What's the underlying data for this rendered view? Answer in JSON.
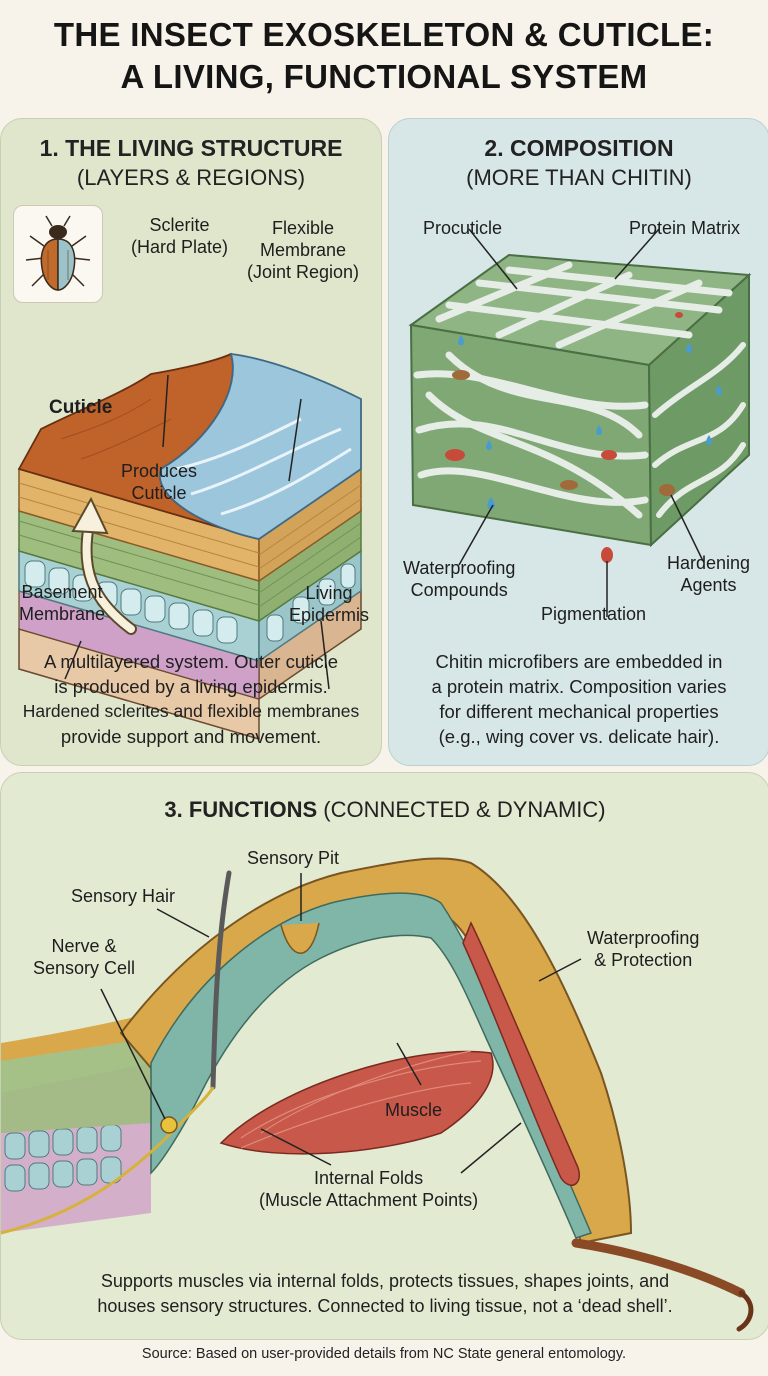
{
  "title": {
    "line1": "THE INSECT EXOSKELETON & CUTICLE:",
    "line2": "A LIVING, FUNCTIONAL SYSTEM"
  },
  "panel1": {
    "heading": "1. THE LIVING STRUCTURE",
    "subheading": "(LAYERS & REGIONS)",
    "labels": {
      "sclerite_1": "Sclerite",
      "sclerite_2": "(Hard Plate)",
      "flex_1": "Flexible",
      "flex_2": "Membrane",
      "flex_3": "(Joint Region)",
      "cuticle": "Cuticle",
      "produces_1": "Produces",
      "produces_2": "Cuticle",
      "basement_1": "Basement",
      "basement_2": "Membrane",
      "epidermis_1": "Living",
      "epidermis_2": "Epidermis"
    },
    "description": [
      "A multilayered system. Outer cuticle",
      "is produced by a living epidermis.",
      "Hardened sclerites and flexible membranes",
      "provide support and movement."
    ]
  },
  "panel2": {
    "heading": "2. COMPOSITION",
    "subheading": "(MORE THAN CHITIN)",
    "labels": {
      "procuticle": "Procuticle",
      "protein_matrix": "Protein Matrix",
      "waterproofing_1": "Waterproofing",
      "waterproofing_2": "Compounds",
      "hardening_1": "Hardening",
      "hardening_2": "Agents",
      "pigmentation": "Pigmentation"
    },
    "description": [
      "Chitin microfibers are embedded in",
      "a protein matrix. Composition varies",
      "for different mechanical properties",
      "(e.g., wing cover vs. delicate hair)."
    ]
  },
  "panel3": {
    "heading_bold": "3. FUNCTIONS",
    "heading_rest": " (CONNECTED & DYNAMIC)",
    "labels": {
      "sensory_pit": "Sensory Pit",
      "sensory_hair": "Sensory Hair",
      "nerve_1": "Nerve &",
      "nerve_2": "Sensory Cell",
      "waterproof_1": "Waterproofing",
      "waterproof_2": "& Protection",
      "muscle": "Muscle",
      "folds_1": "Internal Folds",
      "folds_2": "(Muscle Attachment Points)"
    },
    "description": [
      "Supports muscles via internal folds, protects tissues, shapes joints, and",
      "houses sensory structures. Connected to living tissue, not a ‘dead shell’."
    ]
  },
  "source": "Source: Based on user-provided details from NC State general entomology.",
  "colors": {
    "panel1_bg": "#dfe6cc",
    "panel2_bg": "#d7e6e6",
    "panel3_bg": "#e2ead2",
    "sclerite": "#c0632a",
    "membrane": "#9cc6dc",
    "matrix": "#7fa874",
    "muscle": "#c8584a",
    "cuticle_band": "#d9a84a"
  }
}
